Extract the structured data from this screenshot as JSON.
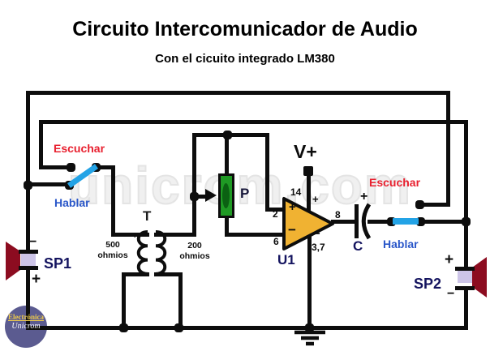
{
  "title": "Circuito Intercomunicador de Audio",
  "subtitle": "Con el cicuito integrado LM380",
  "watermark": "unicrom.com",
  "logo": {
    "line1": "Electrónica",
    "line2": "Unicrom"
  },
  "marks": {
    "plus": "+",
    "minus": "−"
  },
  "switch_left": {
    "listen": "Escuchar",
    "talk": "Hablar"
  },
  "switch_right": {
    "listen": "Escuchar",
    "talk": "Hablar"
  },
  "transformer": {
    "ref": "T",
    "primary_value": "500",
    "primary_unit": "ohmios",
    "secondary_value": "200",
    "secondary_unit": "ohmios"
  },
  "potentiometer": {
    "ref": "P"
  },
  "ic": {
    "ref": "U1",
    "supply_label": "V+",
    "pins": {
      "vcc": "14",
      "in_pos": "2",
      "in_neg": "6",
      "out": "8",
      "gnd": "3,7"
    }
  },
  "capacitor": {
    "ref": "C"
  },
  "speaker_left": {
    "ref": "SP1"
  },
  "speaker_right": {
    "ref": "SP2"
  },
  "colors": {
    "wire": "#0d0d0d",
    "escuchar_red": "#e8202f",
    "hablar_blue": "#2a57c9",
    "lever_blue": "#23a3e6",
    "pot_green": "#1f9a24",
    "opamp_yellow": "#f0b232",
    "speaker_cone_red": "#8c0c20",
    "speaker_body_lavender": "#cdc5e8",
    "logo_purple": "#5b5b90"
  }
}
